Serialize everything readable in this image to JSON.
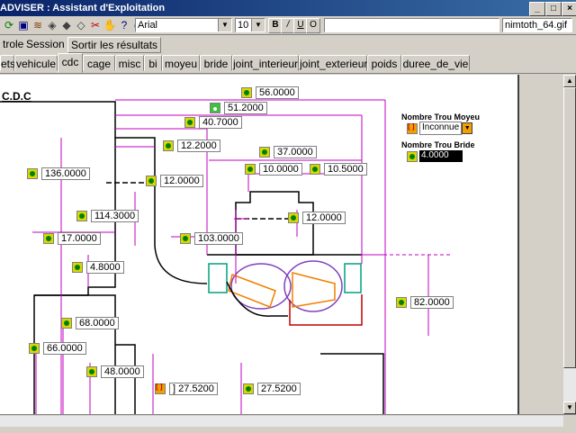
{
  "window": {
    "title": "ADVISER : Assistant d'Exploitation",
    "minimize_glyph": "_",
    "maximize_glyph": "□",
    "close_glyph": "×"
  },
  "toolbar": {
    "icons": [
      "refresh-icon",
      "save-icon",
      "stack-icon",
      "layers-icon",
      "plane-icon",
      "diamond-icon",
      "hand-icon",
      "tools-icon",
      "help-icon",
      "globe-icon"
    ],
    "font_name": "Arial",
    "font_size": "10",
    "bold_label": "B",
    "italic_label": "/",
    "underline_label": "U",
    "strike_label": "O",
    "text_input": "",
    "image_file": "nimtoth_64.gif"
  },
  "menu": {
    "items": [
      "trole",
      "Session",
      "Sortir les résultats"
    ]
  },
  "tabs": {
    "items": [
      "ets",
      "vehicule",
      "cdc",
      "cage",
      "misc",
      "bi",
      "moyeu",
      "bride",
      "joint_interieur",
      "joint_exterieur",
      "poids",
      "duree_de_vie"
    ],
    "active": "cdc"
  },
  "canvas": {
    "heading": "C.D.C",
    "nombre_trou_moyeu_label": "Nombre Trou Moyeu",
    "nombre_trou_moyeu_value": "Inconnue",
    "nombre_trou_bride_label": "Nombre Trou Bride",
    "nombre_trou_bride_value": "4.0000",
    "dimensions": {
      "d56": "56.0000",
      "d51": "51.2000",
      "d40": "40.7000",
      "d12_2": "12.2000",
      "d37": "37.0000",
      "d136": "136.0000",
      "d10": "10.0000",
      "d10_5": "10.5000",
      "d12_a": "12.0000",
      "d12_b": "12.0000",
      "d114": "114.3000",
      "d17": "17.0000",
      "d103": "103.0000",
      "d4_8": "4.8000",
      "d82": "82.0000",
      "d68": "68.0000",
      "d66": "66.0000",
      "d48": "48.0000",
      "d27_a": "] 27.5200",
      "d27_b": "27.5200"
    }
  },
  "colors": {
    "dimension_line": "#c000c0",
    "outline": "#000000",
    "seal": "#00a080",
    "roller": "#f08000",
    "cage": "#c00000",
    "title_bar": "#0a246a"
  }
}
